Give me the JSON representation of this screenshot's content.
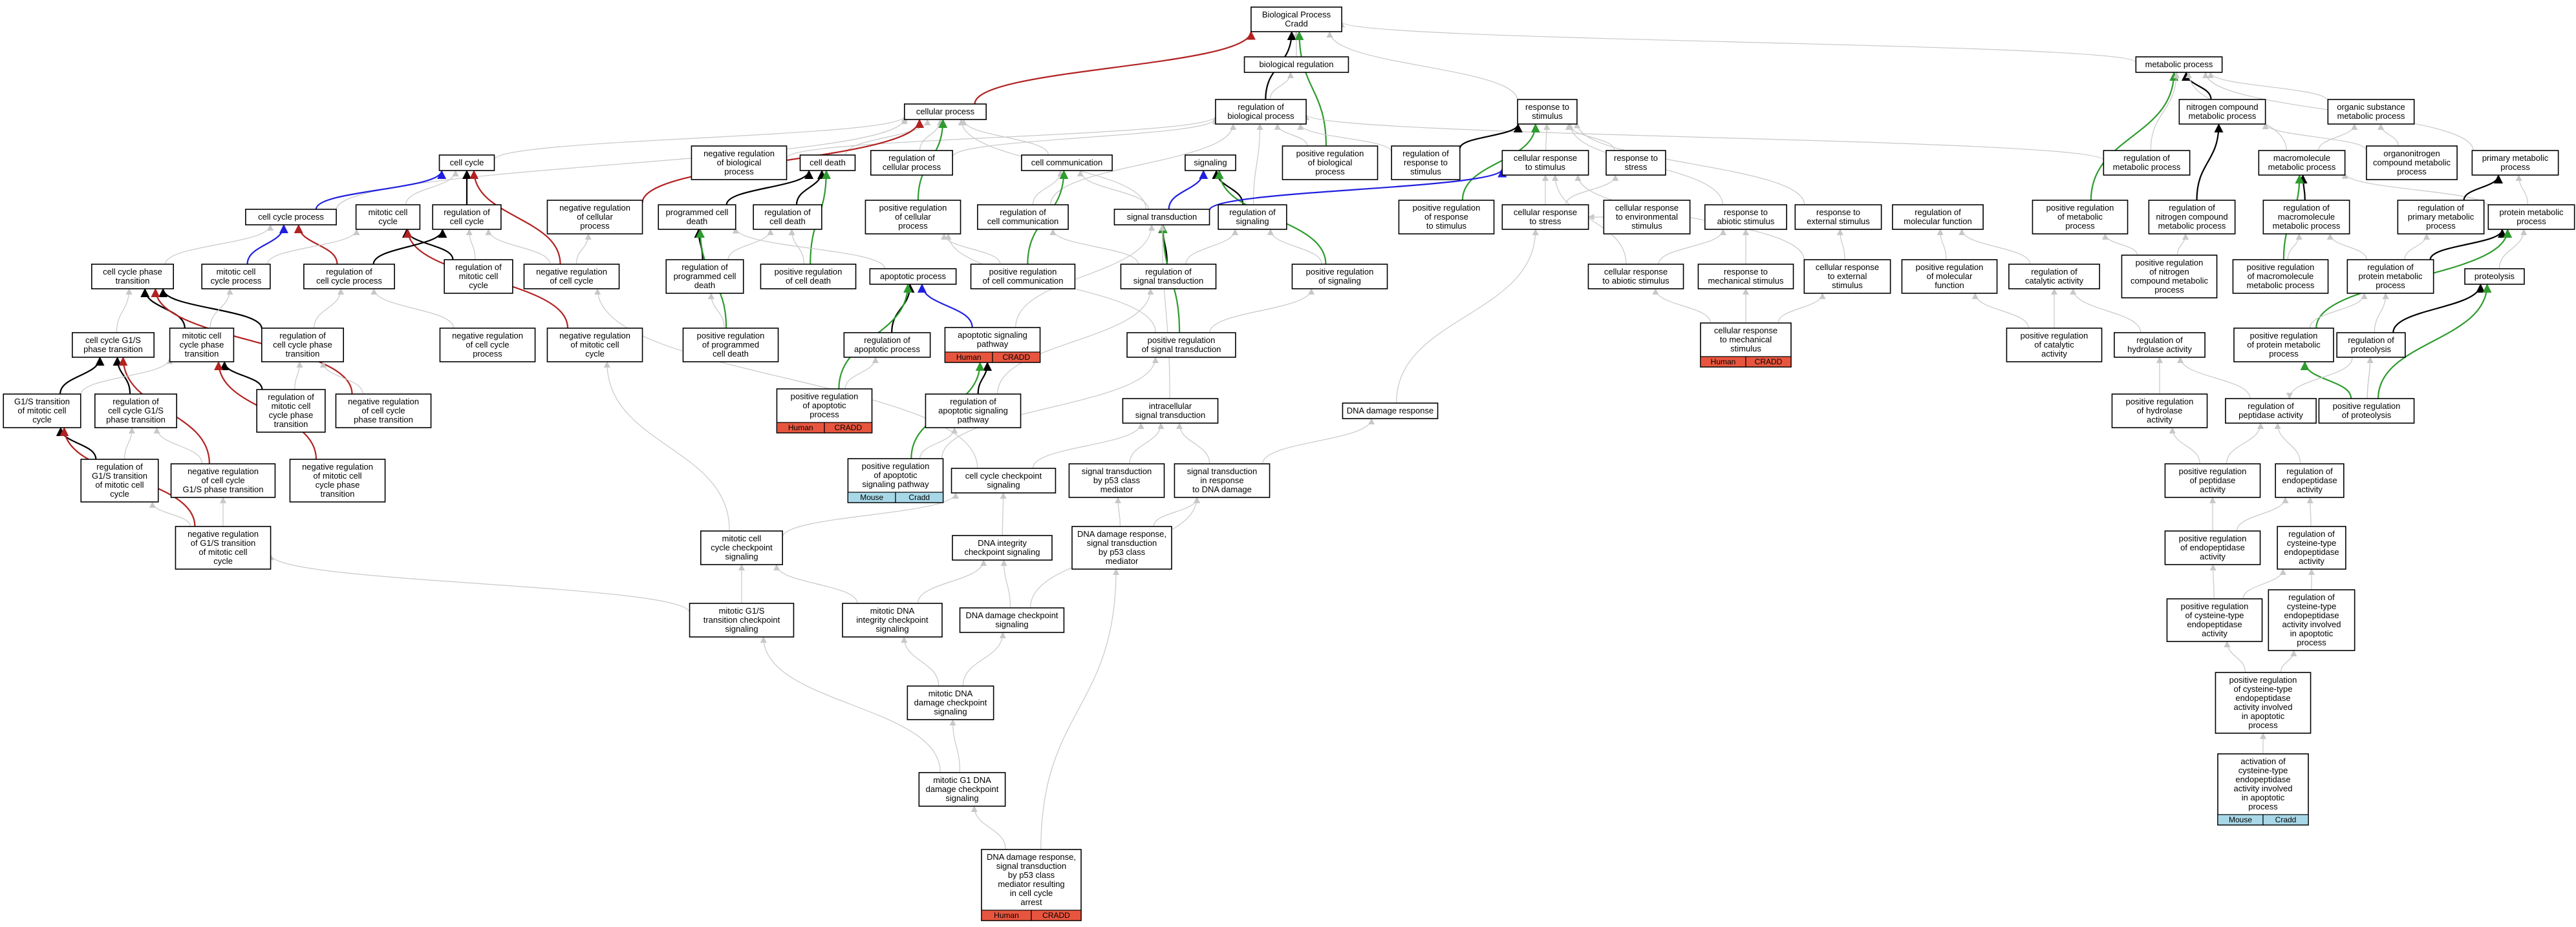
{
  "colors": {
    "edge_default": "#c8c8c8",
    "edge_negative": "#b22222",
    "edge_positive": "#2e9b2e",
    "edge_regulates": "#1f1fe0",
    "edge_is_a_strong": "#000000",
    "badge_human": "#e8553e",
    "badge_mouse": "#a8d8e8"
  },
  "nodes": [
    {
      "id": "bp",
      "lines": [
        "Biological Process",
        "Cradd"
      ]
    },
    {
      "id": "bioreg",
      "lines": [
        "biological regulation"
      ]
    },
    {
      "id": "metab",
      "lines": [
        "metabolic process"
      ]
    },
    {
      "id": "cellproc",
      "lines": [
        "cellular process"
      ]
    },
    {
      "id": "regbio",
      "lines": [
        "regulation of",
        "biological process"
      ]
    },
    {
      "id": "resp",
      "lines": [
        "response to",
        "stimulus"
      ]
    },
    {
      "id": "nitro",
      "lines": [
        "nitrogen compound",
        "metabolic process"
      ]
    },
    {
      "id": "orgsub",
      "lines": [
        "organic substance",
        "metabolic process"
      ]
    },
    {
      "id": "cellcycle",
      "lines": [
        "cell cycle"
      ]
    },
    {
      "id": "negbio",
      "lines": [
        "negative regulation",
        "of biological",
        "process"
      ]
    },
    {
      "id": "celldeath",
      "lines": [
        "cell death"
      ]
    },
    {
      "id": "regcell",
      "lines": [
        "regulation of",
        "cellular process"
      ]
    },
    {
      "id": "cellcomm",
      "lines": [
        "cell communication"
      ]
    },
    {
      "id": "signaling",
      "lines": [
        "signaling"
      ]
    },
    {
      "id": "posbio",
      "lines": [
        "positive regulation",
        "of biological",
        "process"
      ]
    },
    {
      "id": "regresp",
      "lines": [
        "regulation of",
        "response to",
        "stimulus"
      ]
    },
    {
      "id": "cellresp",
      "lines": [
        "cellular response",
        "to stimulus"
      ]
    },
    {
      "id": "stress",
      "lines": [
        "response to",
        "stress"
      ]
    },
    {
      "id": "regmet",
      "lines": [
        "regulation of",
        "metabolic process"
      ]
    },
    {
      "id": "macro",
      "lines": [
        "macromolecule",
        "metabolic process"
      ]
    },
    {
      "id": "organonitro",
      "lines": [
        "organonitrogen",
        "compound metabolic",
        "process"
      ]
    },
    {
      "id": "primary",
      "lines": [
        "primary metabolic",
        "process"
      ]
    },
    {
      "id": "ccp",
      "lines": [
        "cell cycle process"
      ]
    },
    {
      "id": "mitotic",
      "lines": [
        "mitotic cell",
        "cycle"
      ]
    },
    {
      "id": "regcc",
      "lines": [
        "regulation of",
        "cell cycle"
      ]
    },
    {
      "id": "negcellular",
      "lines": [
        "negative regulation",
        "of cellular",
        "process"
      ]
    },
    {
      "id": "pcd",
      "lines": [
        "programmed cell",
        "death"
      ]
    },
    {
      "id": "regcd",
      "lines": [
        "regulation of",
        "cell death"
      ]
    },
    {
      "id": "poscellular",
      "lines": [
        "positive regulation",
        "of cellular",
        "process"
      ]
    },
    {
      "id": "regcomm",
      "lines": [
        "regulation of",
        "cell communication"
      ]
    },
    {
      "id": "sigtrans",
      "lines": [
        "signal transduction"
      ]
    },
    {
      "id": "regsig",
      "lines": [
        "regulation of",
        "signaling"
      ]
    },
    {
      "id": "posresp",
      "lines": [
        "positive regulation",
        "of response",
        "to stimulus"
      ]
    },
    {
      "id": "cellstress",
      "lines": [
        "cellular response",
        "to stress"
      ]
    },
    {
      "id": "cellenv",
      "lines": [
        "cellular response",
        "to environmental",
        "stimulus"
      ]
    },
    {
      "id": "abiotic",
      "lines": [
        "response to",
        "abiotic stimulus"
      ]
    },
    {
      "id": "external",
      "lines": [
        "response to",
        "external stimulus"
      ]
    },
    {
      "id": "regmol",
      "lines": [
        "regulation of",
        "molecular function"
      ]
    },
    {
      "id": "posmet",
      "lines": [
        "positive regulation",
        "of metabolic",
        "process"
      ]
    },
    {
      "id": "regnitro",
      "lines": [
        "regulation of",
        "nitrogen compound",
        "metabolic process"
      ]
    },
    {
      "id": "regmacro",
      "lines": [
        "regulation of",
        "macromolecule",
        "metabolic process"
      ]
    },
    {
      "id": "regprim",
      "lines": [
        "regulation of",
        "primary metabolic",
        "process"
      ]
    },
    {
      "id": "protmet",
      "lines": [
        "protein metabolic",
        "process"
      ]
    },
    {
      "id": "ccphase",
      "lines": [
        "cell cycle phase",
        "transition"
      ]
    },
    {
      "id": "mitccp",
      "lines": [
        "mitotic cell",
        "cycle process"
      ]
    },
    {
      "id": "regccp",
      "lines": [
        "regulation of",
        "cell cycle process"
      ]
    },
    {
      "id": "regmitcc",
      "lines": [
        "regulation of",
        "mitotic cell",
        "cycle"
      ]
    },
    {
      "id": "negcc",
      "lines": [
        "negative regulation",
        "of cell cycle"
      ]
    },
    {
      "id": "regpcd",
      "lines": [
        "regulation of",
        "programmed cell",
        "death"
      ]
    },
    {
      "id": "poscd",
      "lines": [
        "positive regulation",
        "of cell death"
      ]
    },
    {
      "id": "apop",
      "lines": [
        "apoptotic process"
      ]
    },
    {
      "id": "poscomm",
      "lines": [
        "positive regulation",
        "of cell communication"
      ]
    },
    {
      "id": "regst",
      "lines": [
        "regulation of",
        "signal transduction"
      ]
    },
    {
      "id": "possig",
      "lines": [
        "positive regulation",
        "of signaling"
      ]
    },
    {
      "id": "cellabiotic",
      "lines": [
        "cellular response",
        "to abiotic stimulus"
      ]
    },
    {
      "id": "mechan",
      "lines": [
        "response to",
        "mechanical stimulus"
      ]
    },
    {
      "id": "cellext",
      "lines": [
        "cellular response",
        "to external",
        "stimulus"
      ]
    },
    {
      "id": "regmolfn",
      "lines": [
        "positive regulation",
        "of molecular",
        "function"
      ]
    },
    {
      "id": "regcat",
      "lines": [
        "regulation of",
        "catalytic activity"
      ]
    },
    {
      "id": "posnitro",
      "lines": [
        "positive regulation",
        "of nitrogen",
        "compound metabolic",
        "process"
      ]
    },
    {
      "id": "posmacro",
      "lines": [
        "positive regulation",
        "of macromolecule",
        "metabolic process"
      ]
    },
    {
      "id": "regprot",
      "lines": [
        "regulation of",
        "protein metabolic",
        "process"
      ]
    },
    {
      "id": "proteolysis",
      "lines": [
        "proteolysis"
      ]
    },
    {
      "id": "g1s",
      "lines": [
        "cell cycle G1/S",
        "phase transition"
      ]
    },
    {
      "id": "mitphase",
      "lines": [
        "mitotic cell",
        "cycle phase",
        "transition"
      ]
    },
    {
      "id": "regccphase",
      "lines": [
        "regulation of",
        "cell cycle phase",
        "transition"
      ]
    },
    {
      "id": "negccp",
      "lines": [
        "negative regulation",
        "of cell cycle",
        "process"
      ]
    },
    {
      "id": "negmitcc",
      "lines": [
        "negative regulation",
        "of mitotic cell",
        "cycle"
      ]
    },
    {
      "id": "pospcd",
      "lines": [
        "positive regulation",
        "of programmed",
        "cell death"
      ]
    },
    {
      "id": "regapop",
      "lines": [
        "regulation of",
        "apoptotic process"
      ]
    },
    {
      "id": "apopsig",
      "lines": [
        "apoptotic signaling",
        "pathway"
      ],
      "badges": [
        "Human",
        "CRADD"
      ]
    },
    {
      "id": "posst",
      "lines": [
        "positive regulation",
        "of signal transduction"
      ]
    },
    {
      "id": "cellmech",
      "lines": [
        "cellular response",
        "to mechanical",
        "stimulus"
      ],
      "badges": [
        "Human",
        "CRADD"
      ]
    },
    {
      "id": "poscat",
      "lines": [
        "positive regulation",
        "of catalytic",
        "activity"
      ]
    },
    {
      "id": "reghydro",
      "lines": [
        "regulation of",
        "hydrolase activity"
      ]
    },
    {
      "id": "posprot",
      "lines": [
        "positive regulation",
        "of protein metabolic",
        "process"
      ]
    },
    {
      "id": "regproteo",
      "lines": [
        "regulation of",
        "proteolysis"
      ]
    },
    {
      "id": "g1smit",
      "lines": [
        "G1/S transition",
        "of mitotic cell",
        "cycle"
      ]
    },
    {
      "id": "regg1s",
      "lines": [
        "regulation of",
        "cell cycle G1/S",
        "phase transition"
      ]
    },
    {
      "id": "regmitphase",
      "lines": [
        "regulation of",
        "mitotic cell",
        "cycle phase",
        "transition"
      ]
    },
    {
      "id": "negccphase",
      "lines": [
        "negative regulation",
        "of cell cycle",
        "phase transition"
      ]
    },
    {
      "id": "posapop",
      "lines": [
        "positive regulation",
        "of apoptotic",
        "process"
      ],
      "badges": [
        "Human",
        "CRADD"
      ]
    },
    {
      "id": "regapopsig",
      "lines": [
        "regulation of",
        "apoptotic signaling",
        "pathway"
      ]
    },
    {
      "id": "intra",
      "lines": [
        "intracellular",
        "signal transduction"
      ]
    },
    {
      "id": "dnadmgresp",
      "lines": [
        "DNA damage response"
      ]
    },
    {
      "id": "poshydro",
      "lines": [
        "positive regulation",
        "of hydrolase",
        "activity"
      ]
    },
    {
      "id": "regpept",
      "lines": [
        "regulation of",
        "peptidase activity"
      ]
    },
    {
      "id": "posproteo",
      "lines": [
        "positive regulation",
        "of proteolysis"
      ]
    },
    {
      "id": "regg1smit",
      "lines": [
        "regulation of",
        "G1/S transition",
        "of mitotic cell",
        "cycle"
      ]
    },
    {
      "id": "negg1s",
      "lines": [
        "negative regulation",
        "of cell cycle",
        "G1/S phase transition"
      ]
    },
    {
      "id": "negmitphase",
      "lines": [
        "negative regulation",
        "of mitotic cell",
        "cycle phase",
        "transition"
      ]
    },
    {
      "id": "posapopsig",
      "lines": [
        "positive regulation",
        "of apoptotic",
        "signaling pathway"
      ],
      "badges": [
        "Mouse",
        "Cradd"
      ]
    },
    {
      "id": "ccchk",
      "lines": [
        "cell cycle checkpoint",
        "signaling"
      ]
    },
    {
      "id": "stp53",
      "lines": [
        "signal transduction",
        "by p53 class",
        "mediator"
      ]
    },
    {
      "id": "stdna",
      "lines": [
        "signal transduction",
        "in response",
        "to DNA damage"
      ]
    },
    {
      "id": "pospept",
      "lines": [
        "positive regulation",
        "of peptidase",
        "activity"
      ]
    },
    {
      "id": "regendo",
      "lines": [
        "regulation of",
        "endopeptidase",
        "activity"
      ]
    },
    {
      "id": "negg1smit",
      "lines": [
        "negative regulation",
        "of G1/S transition",
        "of mitotic cell",
        "cycle"
      ]
    },
    {
      "id": "mitchk",
      "lines": [
        "mitotic cell",
        "cycle checkpoint",
        "signaling"
      ]
    },
    {
      "id": "dnaint",
      "lines": [
        "DNA integrity",
        "checkpoint signaling"
      ]
    },
    {
      "id": "dnadmgp53",
      "lines": [
        "DNA damage response,",
        "signal transduction",
        "by p53 class",
        "mediator"
      ]
    },
    {
      "id": "posendo",
      "lines": [
        "positive regulation",
        "of endopeptidase",
        "activity"
      ]
    },
    {
      "id": "regcys",
      "lines": [
        "regulation of",
        "cysteine-type",
        "endopeptidase",
        "activity"
      ]
    },
    {
      "id": "mitg1schk",
      "lines": [
        "mitotic G1/S",
        "transition checkpoint",
        "signaling"
      ]
    },
    {
      "id": "mitdnaint",
      "lines": [
        "mitotic DNA",
        "integrity checkpoint",
        "signaling"
      ]
    },
    {
      "id": "dnadmgchk",
      "lines": [
        "DNA damage checkpoint",
        "signaling"
      ]
    },
    {
      "id": "poscys",
      "lines": [
        "positive regulation",
        "of cysteine-type",
        "endopeptidase",
        "activity"
      ]
    },
    {
      "id": "regcysapop",
      "lines": [
        "regulation of",
        "cysteine-type",
        "endopeptidase",
        "activity involved",
        "in apoptotic",
        "process"
      ]
    },
    {
      "id": "mitdnadmg",
      "lines": [
        "mitotic DNA",
        "damage checkpoint",
        "signaling"
      ]
    },
    {
      "id": "poscysapop",
      "lines": [
        "positive regulation",
        "of cysteine-type",
        "endopeptidase",
        "activity involved",
        "in apoptotic",
        "process"
      ]
    },
    {
      "id": "mitg1dna",
      "lines": [
        "mitotic G1 DNA",
        "damage checkpoint",
        "signaling"
      ]
    },
    {
      "id": "activ",
      "lines": [
        "activation of",
        "cysteine-type",
        "endopeptidase",
        "activity involved",
        "in apoptotic",
        "process"
      ],
      "badges": [
        "Mouse",
        "Cradd"
      ]
    },
    {
      "id": "arrest",
      "lines": [
        "DNA damage response,",
        "signal transduction",
        "by p53 class",
        "mediator resulting",
        "in cell cycle",
        "arrest"
      ],
      "badges": [
        "Human",
        "CRADD"
      ]
    }
  ]
}
